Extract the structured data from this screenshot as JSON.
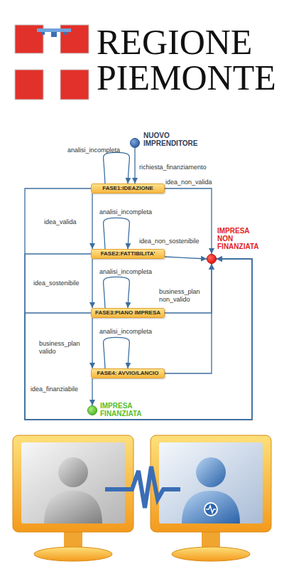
{
  "diagram": {
    "nodes": [
      {
        "text": [
          "NUOVO IMPRENDITORE"
        ]
      },
      {
        "text": [
          "FASE1:IDEAZIONE"
        ]
      },
      {
        "text": [
          "FASE2:FATTIBILITA'"
        ]
      },
      {
        "text": [
          "FASE3:PIANO IMPRESA"
        ]
      },
      {
        "text": [
          "FASE4: AVVIO/LANCIO"
        ]
      },
      {
        "text": [
          "IMPRESA NON FINANZIATA"
        ]
      },
      {
        "text": [
          "IMPRESA FINANZIATA"
        ]
      }
    ],
    "edges": [
      {
        "from": 0,
        "to": 1,
        "label": "richiesta_finanziamento",
        "arrow": "to"
      },
      {
        "from": 1,
        "to": 1,
        "label": "analisi_incompleta",
        "arrow": "to"
      },
      {
        "from": 1,
        "to": 5,
        "label": "idea_non_valida",
        "arrow": "to"
      },
      {
        "from": 1,
        "to": 2,
        "label": "idea_valida",
        "arrow": "to"
      },
      {
        "from": 2,
        "to": 2,
        "label": "analisi_incompleta",
        "arrow": "to"
      },
      {
        "from": 2,
        "to": 5,
        "label": "idea_non_sostenibile",
        "arrow": "to"
      },
      {
        "from": 2,
        "to": 3,
        "label": "idea_sostenibile",
        "arrow": "to"
      },
      {
        "from": 3,
        "to": 3,
        "label": "analisi_incompleta",
        "arrow": "to"
      },
      {
        "from": 3,
        "to": 5,
        "label": "business_plan non_valido",
        "arrow": "to"
      },
      {
        "from": 3,
        "to": 4,
        "label": "business_plan valido",
        "arrow": "to"
      },
      {
        "from": 4,
        "to": 4,
        "label": "analisi_incompleta",
        "arrow": "to"
      },
      {
        "from": 4,
        "to": 5,
        "arrow": "to"
      },
      {
        "from": 4,
        "to": 6,
        "label": "idea_finanziabile",
        "arrow": "to"
      },
      {
        "from": 1,
        "to": 5,
        "arrow": "to"
      },
      {
        "from": 2,
        "to": 5,
        "arrow": "to"
      },
      {
        "from": 3,
        "to": 5,
        "arrow": "to"
      }
    ],
    "labels": [
      "REGIONE PIEMONTE"
    ]
  }
}
